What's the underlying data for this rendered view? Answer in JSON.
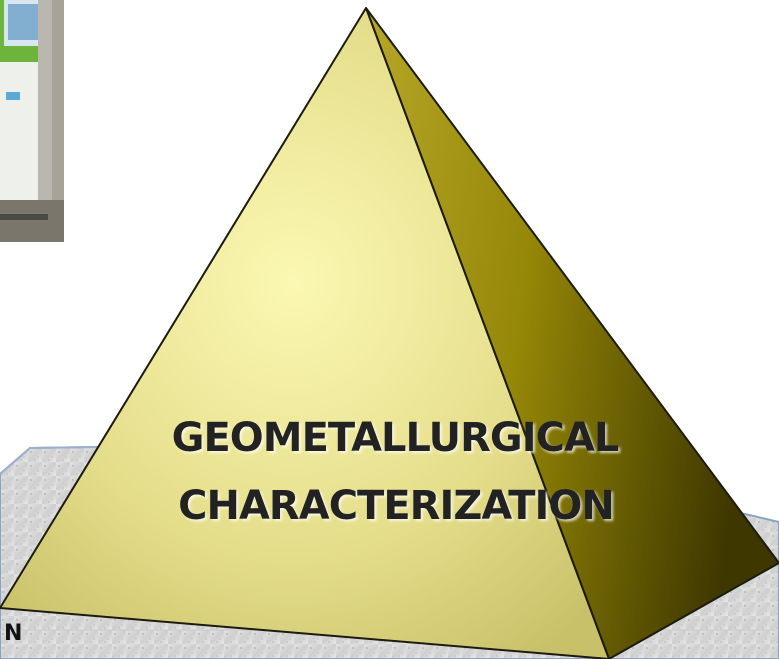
{
  "pyramid": {
    "label_line1": "GEOMETALLURGICAL",
    "label_line2": "CHARACTERIZATION"
  },
  "corner": {
    "letter": "N"
  },
  "colors": {
    "front_face_light": "#f8f3a0",
    "front_face_dark": "#cbc46c",
    "side_face_light": "#a89a1c",
    "side_face_dark": "#4e4500",
    "outline": "#1b1b10",
    "base_plate": "#d9d9d9",
    "base_plate_edge": "#7f97b6",
    "photo_kiosk": "#7cc242"
  },
  "icons": {
    "photo": "kiosk-photo-icon"
  }
}
